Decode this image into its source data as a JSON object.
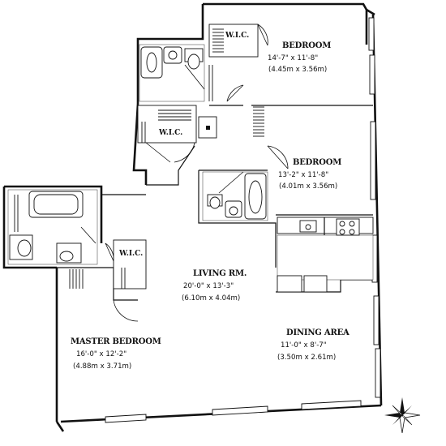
{
  "rooms": {
    "bedroom_top": {
      "name": "BEDROOM",
      "dim_imperial": "14'-7\" x 11'-8\"",
      "dim_metric": "(4.45m x 3.56m)"
    },
    "bedroom_mid": {
      "name": "BEDROOM",
      "dim_imperial": "13'-2\" x 11'-8\"",
      "dim_metric": "(4.01m x 3.56m)"
    },
    "living": {
      "name": "LIVING RM.",
      "dim_imperial": "20'-0\" x 13'-3\"",
      "dim_metric": "(6.10m x 4.04m)"
    },
    "master": {
      "name": "MASTER BEDROOM",
      "dim_imperial": "16'-0\" x 12'-2\"",
      "dim_metric": "(4.88m x 3.71m)"
    },
    "dining": {
      "name": "DINING AREA",
      "dim_imperial": "11'-0\" x 8'-7\"",
      "dim_metric": "(3.50m x 2.61m)"
    }
  },
  "closets": {
    "wic_top": "W.I.C.",
    "wic_mid": "W.I.C.",
    "wic_master": "W.I.C."
  },
  "compass": {
    "icon": "north-arrow-icon"
  }
}
